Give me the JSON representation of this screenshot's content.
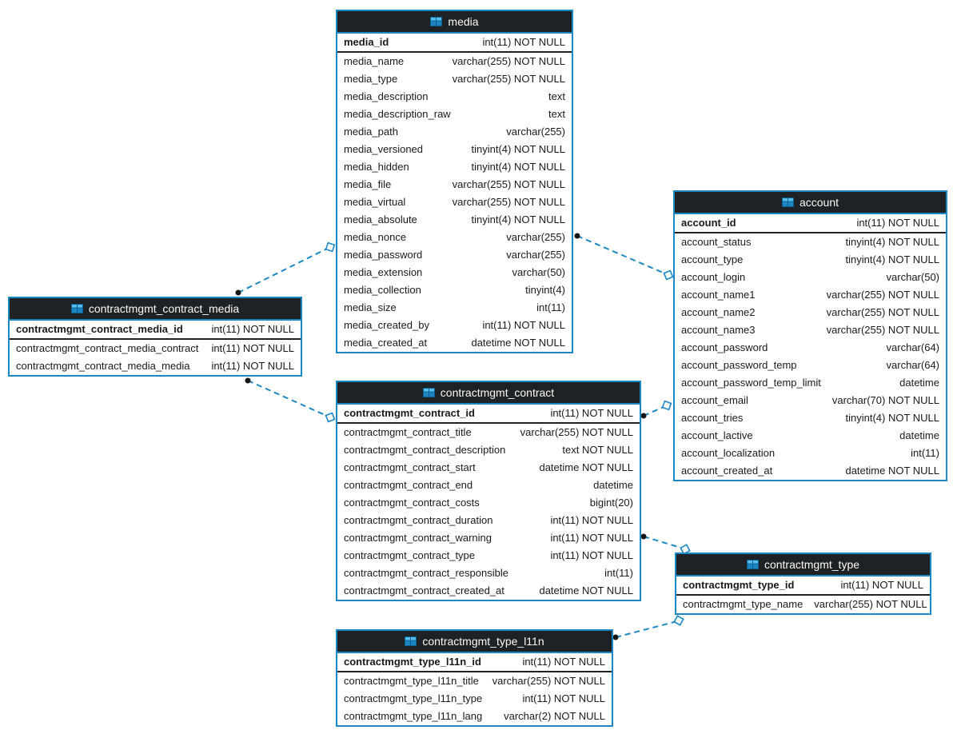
{
  "diagram": {
    "colors": {
      "accent_blue": "#1c87c5",
      "header_background": "#1e2224",
      "header_text": "#fafafa",
      "row_text": "#1a1a1a",
      "canvas_background": "#ffffff",
      "endpoint_dot": "#161616"
    },
    "tables": [
      {
        "title": "media",
        "icon": "table-grid-icon",
        "primary_keys": [
          {
            "name": "media_id",
            "type": "int(11) NOT NULL"
          }
        ],
        "columns": [
          {
            "name": "media_name",
            "type": "varchar(255) NOT NULL"
          },
          {
            "name": "media_type",
            "type": "varchar(255) NOT NULL"
          },
          {
            "name": "media_description",
            "type": "text"
          },
          {
            "name": "media_description_raw",
            "type": "text"
          },
          {
            "name": "media_path",
            "type": "varchar(255)"
          },
          {
            "name": "media_versioned",
            "type": "tinyint(4) NOT NULL"
          },
          {
            "name": "media_hidden",
            "type": "tinyint(4) NOT NULL"
          },
          {
            "name": "media_file",
            "type": "varchar(255) NOT NULL"
          },
          {
            "name": "media_virtual",
            "type": "varchar(255) NOT NULL"
          },
          {
            "name": "media_absolute",
            "type": "tinyint(4) NOT NULL"
          },
          {
            "name": "media_nonce",
            "type": "varchar(255)"
          },
          {
            "name": "media_password",
            "type": "varchar(255)"
          },
          {
            "name": "media_extension",
            "type": "varchar(50)"
          },
          {
            "name": "media_collection",
            "type": "tinyint(4)"
          },
          {
            "name": "media_size",
            "type": "int(11)"
          },
          {
            "name": "media_created_by",
            "type": "int(11) NOT NULL"
          },
          {
            "name": "media_created_at",
            "type": "datetime NOT NULL"
          }
        ]
      },
      {
        "title": "account",
        "icon": "table-grid-icon",
        "primary_keys": [
          {
            "name": "account_id",
            "type": "int(11) NOT NULL"
          }
        ],
        "columns": [
          {
            "name": "account_status",
            "type": "tinyint(4) NOT NULL"
          },
          {
            "name": "account_type",
            "type": "tinyint(4) NOT NULL"
          },
          {
            "name": "account_login",
            "type": "varchar(50)"
          },
          {
            "name": "account_name1",
            "type": "varchar(255) NOT NULL"
          },
          {
            "name": "account_name2",
            "type": "varchar(255) NOT NULL"
          },
          {
            "name": "account_name3",
            "type": "varchar(255) NOT NULL"
          },
          {
            "name": "account_password",
            "type": "varchar(64)"
          },
          {
            "name": "account_password_temp",
            "type": "varchar(64)"
          },
          {
            "name": "account_password_temp_limit",
            "type": "datetime"
          },
          {
            "name": "account_email",
            "type": "varchar(70) NOT NULL"
          },
          {
            "name": "account_tries",
            "type": "tinyint(4) NOT NULL"
          },
          {
            "name": "account_lactive",
            "type": "datetime"
          },
          {
            "name": "account_localization",
            "type": "int(11)"
          },
          {
            "name": "account_created_at",
            "type": "datetime NOT NULL"
          }
        ]
      },
      {
        "title": "contractmgmt_contract_media",
        "icon": "table-grid-icon",
        "primary_keys": [
          {
            "name": "contractmgmt_contract_media_id",
            "type": "int(11) NOT NULL"
          }
        ],
        "columns": [
          {
            "name": "contractmgmt_contract_media_contract",
            "type": "int(11) NOT NULL"
          },
          {
            "name": "contractmgmt_contract_media_media",
            "type": "int(11) NOT NULL"
          }
        ]
      },
      {
        "title": "contractmgmt_contract",
        "icon": "table-grid-icon",
        "primary_keys": [
          {
            "name": "contractmgmt_contract_id",
            "type": "int(11) NOT NULL"
          }
        ],
        "columns": [
          {
            "name": "contractmgmt_contract_title",
            "type": "varchar(255) NOT NULL"
          },
          {
            "name": "contractmgmt_contract_description",
            "type": "text NOT NULL"
          },
          {
            "name": "contractmgmt_contract_start",
            "type": "datetime NOT NULL"
          },
          {
            "name": "contractmgmt_contract_end",
            "type": "datetime"
          },
          {
            "name": "contractmgmt_contract_costs",
            "type": "bigint(20)"
          },
          {
            "name": "contractmgmt_contract_duration",
            "type": "int(11) NOT NULL"
          },
          {
            "name": "contractmgmt_contract_warning",
            "type": "int(11) NOT NULL"
          },
          {
            "name": "contractmgmt_contract_type",
            "type": "int(11) NOT NULL"
          },
          {
            "name": "contractmgmt_contract_responsible",
            "type": "int(11)"
          },
          {
            "name": "contractmgmt_contract_created_at",
            "type": "datetime NOT NULL"
          }
        ]
      },
      {
        "title": "contractmgmt_type",
        "icon": "table-grid-icon",
        "primary_keys": [
          {
            "name": "contractmgmt_type_id",
            "type": "int(11) NOT NULL"
          }
        ],
        "columns": [
          {
            "name": "contractmgmt_type_name",
            "type": "varchar(255) NOT NULL"
          }
        ]
      },
      {
        "title": "contractmgmt_type_l11n",
        "icon": "table-grid-icon",
        "primary_keys": [
          {
            "name": "contractmgmt_type_l11n_id",
            "type": "int(11) NOT NULL"
          }
        ],
        "columns": [
          {
            "name": "contractmgmt_type_l11n_title",
            "type": "varchar(255) NOT NULL"
          },
          {
            "name": "contractmgmt_type_l11n_type",
            "type": "int(11) NOT NULL"
          },
          {
            "name": "contractmgmt_type_l11n_lang",
            "type": "varchar(2) NOT NULL"
          }
        ]
      }
    ],
    "relationships": [
      {
        "from": "contractmgmt_contract_media",
        "to": "media",
        "from_marker": "dot",
        "to_marker": "diamond",
        "style": "dashed"
      },
      {
        "from": "media",
        "to": "account",
        "from_marker": "dot",
        "to_marker": "diamond",
        "style": "dashed"
      },
      {
        "from": "contractmgmt_contract",
        "to": "account",
        "from_marker": "dot",
        "to_marker": "diamond",
        "style": "dashed"
      },
      {
        "from": "contractmgmt_contract_media",
        "to": "contractmgmt_contract",
        "from_marker": "dot",
        "to_marker": "diamond",
        "style": "dashed"
      },
      {
        "from": "contractmgmt_contract",
        "to": "contractmgmt_type",
        "from_marker": "dot",
        "to_marker": "diamond",
        "style": "dashed"
      },
      {
        "from": "contractmgmt_type_l11n",
        "to": "contractmgmt_type",
        "from_marker": "dot",
        "to_marker": "diamond",
        "style": "dashed"
      }
    ]
  }
}
